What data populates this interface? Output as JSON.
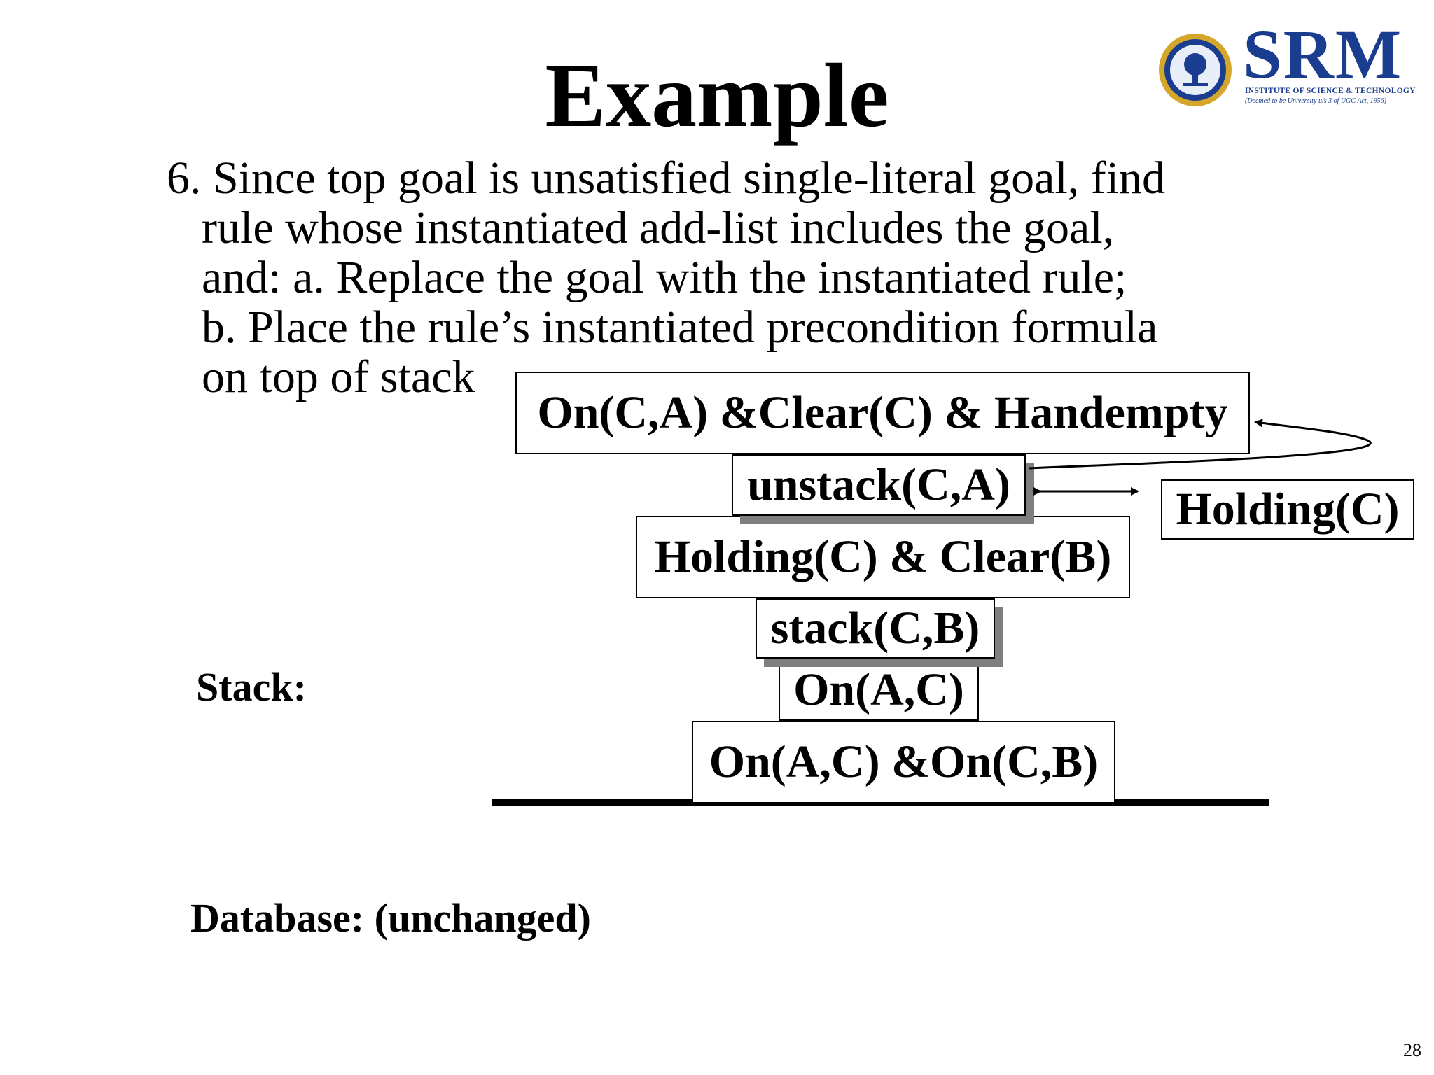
{
  "slide": {
    "title": "Example",
    "page_number": "28"
  },
  "logo": {
    "name": "SRM",
    "subtitle": "INSTITUTE OF SCIENCE & TECHNOLOGY",
    "tagline": "(Deemed to be University u/s 3 of UGC Act, 1956)",
    "color": "#1a3d8f",
    "accent_color": "#d4a62a"
  },
  "body": {
    "lines": [
      "6. Since top goal is unsatisfied single-literal goal, find",
      "rule whose instantiated add-list includes the goal,",
      "and:  a. Replace the goal with the instantiated rule;",
      "b. Place the rule’s instantiated precondition formula",
      "on top of stack"
    ]
  },
  "stack": {
    "label": "Stack:",
    "items": [
      "On(C,A) &Clear(C) & Handempty",
      "unstack(C,A)",
      "Holding(C) & Clear(B)",
      "stack(C,B)",
      "On(A,C)",
      "On(A,C) &On(C,B)"
    ],
    "side_note": "Holding(C)"
  },
  "database": {
    "label": "Database: (unchanged)"
  }
}
